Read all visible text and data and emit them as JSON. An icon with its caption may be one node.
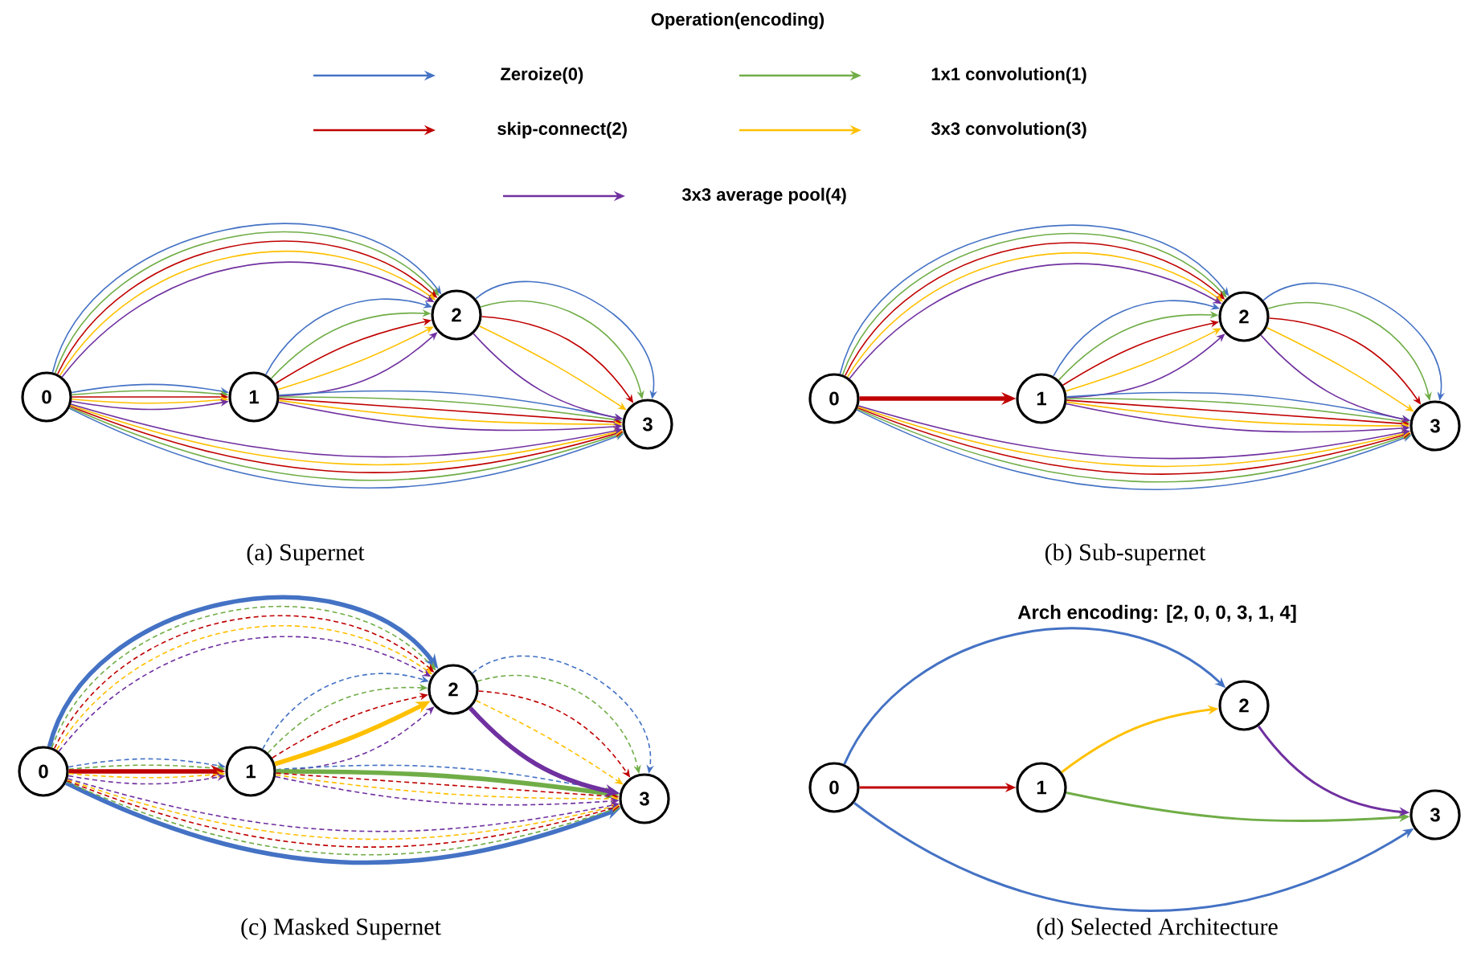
{
  "diagram": {
    "nodes": [
      {
        "text": [
          "0"
        ]
      },
      {
        "text": [
          "1"
        ]
      },
      {
        "text": [
          "2"
        ]
      },
      {
        "text": [
          "3"
        ]
      },
      {
        "text": [
          "0"
        ]
      },
      {
        "text": [
          "1"
        ]
      },
      {
        "text": [
          "2"
        ]
      },
      {
        "text": [
          "3"
        ]
      },
      {
        "text": [
          "0"
        ]
      },
      {
        "text": [
          "1"
        ]
      },
      {
        "text": [
          "2"
        ]
      },
      {
        "text": [
          "3"
        ]
      },
      {
        "text": [
          "0"
        ]
      },
      {
        "text": [
          "1"
        ]
      },
      {
        "text": [
          "2"
        ]
      },
      {
        "text": [
          "3"
        ]
      }
    ],
    "edges": [
      {
        "from": 0,
        "to": 1,
        "arrow": "to",
        "color": "#4472c4"
      },
      {
        "from": 0,
        "to": 1,
        "arrow": "to",
        "color": "#70ad47"
      },
      {
        "from": 0,
        "to": 1,
        "arrow": "to",
        "color": "#c00000"
      },
      {
        "from": 0,
        "to": 1,
        "arrow": "to",
        "color": "#ffc000"
      },
      {
        "from": 0,
        "to": 1,
        "arrow": "to",
        "color": "#7030a0"
      },
      {
        "from": 0,
        "to": 2,
        "arrow": "to",
        "color": "#4472c4"
      },
      {
        "from": 0,
        "to": 2,
        "arrow": "to",
        "color": "#70ad47"
      },
      {
        "from": 0,
        "to": 2,
        "arrow": "to",
        "color": "#c00000"
      },
      {
        "from": 0,
        "to": 2,
        "arrow": "to",
        "color": "#ffc000"
      },
      {
        "from": 0,
        "to": 2,
        "arrow": "to",
        "color": "#7030a0"
      },
      {
        "from": 0,
        "to": 3,
        "arrow": "to",
        "color": "#4472c4"
      },
      {
        "from": 0,
        "to": 3,
        "arrow": "to",
        "color": "#70ad47"
      },
      {
        "from": 0,
        "to": 3,
        "arrow": "to",
        "color": "#c00000"
      },
      {
        "from": 0,
        "to": 3,
        "arrow": "to",
        "color": "#ffc000"
      },
      {
        "from": 0,
        "to": 3,
        "arrow": "to",
        "color": "#7030a0"
      },
      {
        "from": 1,
        "to": 2,
        "arrow": "to",
        "color": "#4472c4"
      },
      {
        "from": 1,
        "to": 2,
        "arrow": "to",
        "color": "#70ad47"
      },
      {
        "from": 1,
        "to": 2,
        "arrow": "to",
        "color": "#c00000"
      },
      {
        "from": 1,
        "to": 2,
        "arrow": "to",
        "color": "#ffc000"
      },
      {
        "from": 1,
        "to": 2,
        "arrow": "to",
        "color": "#7030a0"
      },
      {
        "from": 1,
        "to": 3,
        "arrow": "to",
        "color": "#4472c4"
      },
      {
        "from": 1,
        "to": 3,
        "arrow": "to",
        "color": "#70ad47"
      },
      {
        "from": 1,
        "to": 3,
        "arrow": "to",
        "color": "#c00000"
      },
      {
        "from": 1,
        "to": 3,
        "arrow": "to",
        "color": "#ffc000"
      },
      {
        "from": 1,
        "to": 3,
        "arrow": "to",
        "color": "#7030a0"
      },
      {
        "from": 2,
        "to": 3,
        "arrow": "to",
        "color": "#4472c4"
      },
      {
        "from": 2,
        "to": 3,
        "arrow": "to",
        "color": "#70ad47"
      },
      {
        "from": 2,
        "to": 3,
        "arrow": "to",
        "color": "#c00000"
      },
      {
        "from": 2,
        "to": 3,
        "arrow": "to",
        "color": "#ffc000"
      },
      {
        "from": 2,
        "to": 3,
        "arrow": "to",
        "color": "#7030a0"
      },
      {
        "from": 4,
        "to": 5,
        "arrow": "to",
        "color": "#c00000",
        "style": "thick"
      },
      {
        "from": 4,
        "to": 6,
        "arrow": "to",
        "color": "#4472c4"
      },
      {
        "from": 4,
        "to": 6,
        "arrow": "to",
        "color": "#70ad47"
      },
      {
        "from": 4,
        "to": 6,
        "arrow": "to",
        "color": "#c00000"
      },
      {
        "from": 4,
        "to": 6,
        "arrow": "to",
        "color": "#ffc000"
      },
      {
        "from": 4,
        "to": 6,
        "arrow": "to",
        "color": "#7030a0"
      },
      {
        "from": 4,
        "to": 7,
        "arrow": "to",
        "color": "#4472c4"
      },
      {
        "from": 4,
        "to": 7,
        "arrow": "to",
        "color": "#70ad47"
      },
      {
        "from": 4,
        "to": 7,
        "arrow": "to",
        "color": "#c00000"
      },
      {
        "from": 4,
        "to": 7,
        "arrow": "to",
        "color": "#ffc000"
      },
      {
        "from": 4,
        "to": 7,
        "arrow": "to",
        "color": "#7030a0"
      },
      {
        "from": 5,
        "to": 6,
        "arrow": "to",
        "color": "#4472c4"
      },
      {
        "from": 5,
        "to": 6,
        "arrow": "to",
        "color": "#70ad47"
      },
      {
        "from": 5,
        "to": 6,
        "arrow": "to",
        "color": "#c00000"
      },
      {
        "from": 5,
        "to": 6,
        "arrow": "to",
        "color": "#ffc000"
      },
      {
        "from": 5,
        "to": 6,
        "arrow": "to",
        "color": "#7030a0"
      },
      {
        "from": 5,
        "to": 7,
        "arrow": "to",
        "color": "#4472c4"
      },
      {
        "from": 5,
        "to": 7,
        "arrow": "to",
        "color": "#70ad47"
      },
      {
        "from": 5,
        "to": 7,
        "arrow": "to",
        "color": "#c00000"
      },
      {
        "from": 5,
        "to": 7,
        "arrow": "to",
        "color": "#ffc000"
      },
      {
        "from": 5,
        "to": 7,
        "arrow": "to",
        "color": "#7030a0"
      },
      {
        "from": 6,
        "to": 7,
        "arrow": "to",
        "color": "#4472c4"
      },
      {
        "from": 6,
        "to": 7,
        "arrow": "to",
        "color": "#70ad47"
      },
      {
        "from": 6,
        "to": 7,
        "arrow": "to",
        "color": "#c00000"
      },
      {
        "from": 6,
        "to": 7,
        "arrow": "to",
        "color": "#ffc000"
      },
      {
        "from": 6,
        "to": 7,
        "arrow": "to",
        "color": "#7030a0"
      },
      {
        "from": 8,
        "to": 9,
        "arrow": "to",
        "color": "#4472c4",
        "style": "dashed"
      },
      {
        "from": 8,
        "to": 9,
        "arrow": "to",
        "color": "#70ad47",
        "style": "dashed"
      },
      {
        "from": 8,
        "to": 9,
        "arrow": "to",
        "color": "#c00000",
        "style": "thick"
      },
      {
        "from": 8,
        "to": 9,
        "arrow": "to",
        "color": "#ffc000",
        "style": "dashed"
      },
      {
        "from": 8,
        "to": 9,
        "arrow": "to",
        "color": "#7030a0",
        "style": "dashed"
      },
      {
        "from": 8,
        "to": 10,
        "arrow": "to",
        "color": "#4472c4",
        "style": "thick"
      },
      {
        "from": 8,
        "to": 10,
        "arrow": "to",
        "color": "#70ad47",
        "style": "dashed"
      },
      {
        "from": 8,
        "to": 10,
        "arrow": "to",
        "color": "#c00000",
        "style": "dashed"
      },
      {
        "from": 8,
        "to": 10,
        "arrow": "to",
        "color": "#ffc000",
        "style": "dashed"
      },
      {
        "from": 8,
        "to": 10,
        "arrow": "to",
        "color": "#7030a0",
        "style": "dashed"
      },
      {
        "from": 8,
        "to": 11,
        "arrow": "to",
        "color": "#4472c4",
        "style": "thick"
      },
      {
        "from": 8,
        "to": 11,
        "arrow": "to",
        "color": "#70ad47",
        "style": "dashed"
      },
      {
        "from": 8,
        "to": 11,
        "arrow": "to",
        "color": "#c00000",
        "style": "dashed"
      },
      {
        "from": 8,
        "to": 11,
        "arrow": "to",
        "color": "#ffc000",
        "style": "dashed"
      },
      {
        "from": 8,
        "to": 11,
        "arrow": "to",
        "color": "#7030a0",
        "style": "dashed"
      },
      {
        "from": 9,
        "to": 10,
        "arrow": "to",
        "color": "#4472c4",
        "style": "dashed"
      },
      {
        "from": 9,
        "to": 10,
        "arrow": "to",
        "color": "#70ad47",
        "style": "dashed"
      },
      {
        "from": 9,
        "to": 10,
        "arrow": "to",
        "color": "#c00000",
        "style": "dashed"
      },
      {
        "from": 9,
        "to": 10,
        "arrow": "to",
        "color": "#ffc000",
        "style": "thick"
      },
      {
        "from": 9,
        "to": 10,
        "arrow": "to",
        "color": "#7030a0",
        "style": "dashed"
      },
      {
        "from": 9,
        "to": 11,
        "arrow": "to",
        "color": "#4472c4",
        "style": "dashed"
      },
      {
        "from": 9,
        "to": 11,
        "arrow": "to",
        "color": "#70ad47",
        "style": "thick"
      },
      {
        "from": 9,
        "to": 11,
        "arrow": "to",
        "color": "#c00000",
        "style": "dashed"
      },
      {
        "from": 9,
        "to": 11,
        "arrow": "to",
        "color": "#ffc000",
        "style": "dashed"
      },
      {
        "from": 9,
        "to": 11,
        "arrow": "to",
        "color": "#7030a0",
        "style": "dashed"
      },
      {
        "from": 10,
        "to": 11,
        "arrow": "to",
        "color": "#4472c4",
        "style": "dashed"
      },
      {
        "from": 10,
        "to": 11,
        "arrow": "to",
        "color": "#70ad47",
        "style": "dashed"
      },
      {
        "from": 10,
        "to": 11,
        "arrow": "to",
        "color": "#c00000",
        "style": "dashed"
      },
      {
        "from": 10,
        "to": 11,
        "arrow": "to",
        "color": "#ffc000",
        "style": "dashed"
      },
      {
        "from": 10,
        "to": 11,
        "arrow": "to",
        "color": "#7030a0",
        "style": "thick"
      },
      {
        "from": 12,
        "to": 13,
        "arrow": "to",
        "color": "#c00000"
      },
      {
        "from": 12,
        "to": 14,
        "arrow": "to",
        "color": "#4472c4"
      },
      {
        "from": 12,
        "to": 15,
        "arrow": "to",
        "color": "#4472c4"
      },
      {
        "from": 13,
        "to": 14,
        "arrow": "to",
        "color": "#ffc000"
      },
      {
        "from": 13,
        "to": 15,
        "arrow": "to",
        "color": "#70ad47"
      },
      {
        "from": 14,
        "to": 15,
        "arrow": "to",
        "color": "#7030a0"
      }
    ],
    "labels": [
      "Operation(encoding)",
      "(a) Supernet",
      "(b) Sub-supernet",
      "Arch encoding: [2, 0, 0, 3, 1, 4]",
      "(c) Masked Supernet",
      "(d) Selected Architecture"
    ],
    "legend": [
      {
        "text": "Zeroize(0)",
        "color": "#4472c4"
      },
      {
        "text": "1x1 convolution(1)",
        "color": "#70ad47"
      },
      {
        "text": "skip-connect(2)",
        "color": "#c00000"
      },
      {
        "text": "3x3 convolution(3)",
        "color": "#ffc000"
      },
      {
        "text": "3x3 average pool(4)",
        "color": "#7030a0"
      }
    ]
  }
}
